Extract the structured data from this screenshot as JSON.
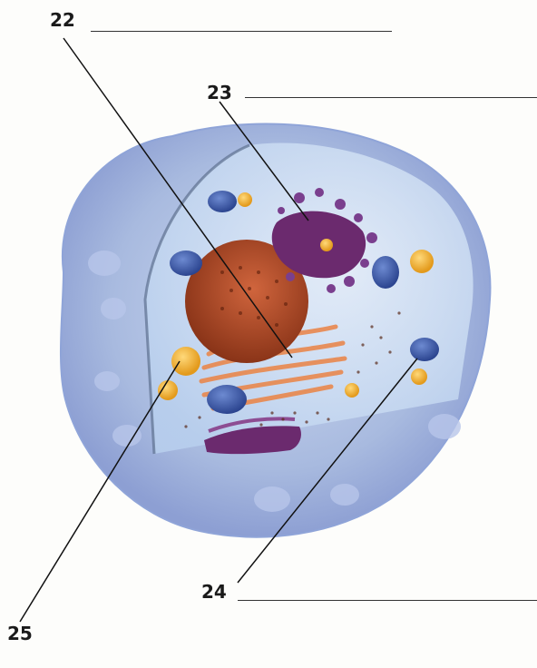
{
  "labels": [
    {
      "id": "22",
      "text": "22"
    },
    {
      "id": "23",
      "text": "23"
    },
    {
      "id": "24",
      "text": "24"
    },
    {
      "id": "25",
      "text": "25"
    }
  ],
  "colors": {
    "cytoplasm": "#a9bde6",
    "membrane": "#8fa4d8",
    "nucleus": "#c0512e",
    "golgi": "#6b2a6e",
    "vesicle": "#7a3f8e",
    "mitochondria": "#3c5fb0",
    "lysosome": "#f2b640",
    "er": "#e9884e",
    "leader": "#111111"
  }
}
